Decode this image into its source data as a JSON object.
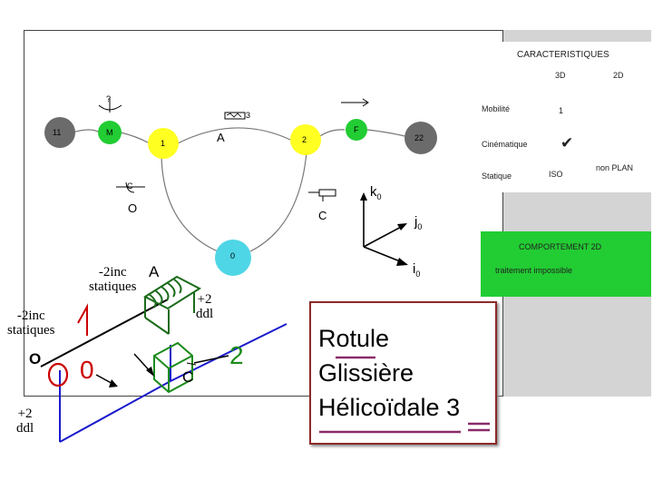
{
  "graph": {
    "nodes": {
      "n11": "11",
      "nM": "M",
      "n1": "1",
      "n2": "2",
      "nF": "F",
      "n22": "22",
      "n0": "0"
    },
    "links": {
      "A": "A",
      "O": "O",
      "C": "C",
      "helix_num": "3"
    },
    "axes": {
      "k": "k",
      "j": "j",
      "i": "i",
      "sub": "0"
    },
    "annotations": {
      "question": "?",
      "c_mark": "C"
    }
  },
  "table": {
    "header": "CARACTERISTIQUES",
    "col_3d": "3D",
    "col_2d": "2D",
    "rows": [
      {
        "label": "Mobilité",
        "v3d": "1",
        "v2d": ""
      },
      {
        "label": "Cinématique",
        "v3d": "",
        "v2d": ""
      },
      {
        "label": "Statique",
        "v3d": "ISO",
        "v2d": "non PLAN"
      }
    ],
    "check": "✔"
  },
  "behavior": {
    "title": "COMPORTEMENT 2D",
    "text": "traitement impossible"
  },
  "sketch": {
    "left_top_label": "-2inc\nstatiques",
    "left_top_line1": "-2inc",
    "left_top_line2": "statiques",
    "left_mid_line1": "-2inc",
    "left_mid_line2": "statiques",
    "ddl_right_line1": "+2",
    "ddl_right_line2": "ddl",
    "ddl_left_line1": "+2",
    "ddl_left_line2": "ddl",
    "A": "A",
    "O": "O",
    "C": "C",
    "num1": "1",
    "num0": "0",
    "num2": "2"
  },
  "joint": {
    "line1": "Rotule",
    "line2": "Glissière",
    "line3": "Hélicoïdale",
    "num": "3"
  },
  "colors": {
    "grey_node": "#6b6b6b",
    "green_node": "#22cc33",
    "yellow_node": "#ffff22",
    "cyan_node": "#4fd6e6",
    "accent_red": "#cc0000",
    "blue_line": "#1a1acc",
    "purple": "#8b2a6b"
  }
}
